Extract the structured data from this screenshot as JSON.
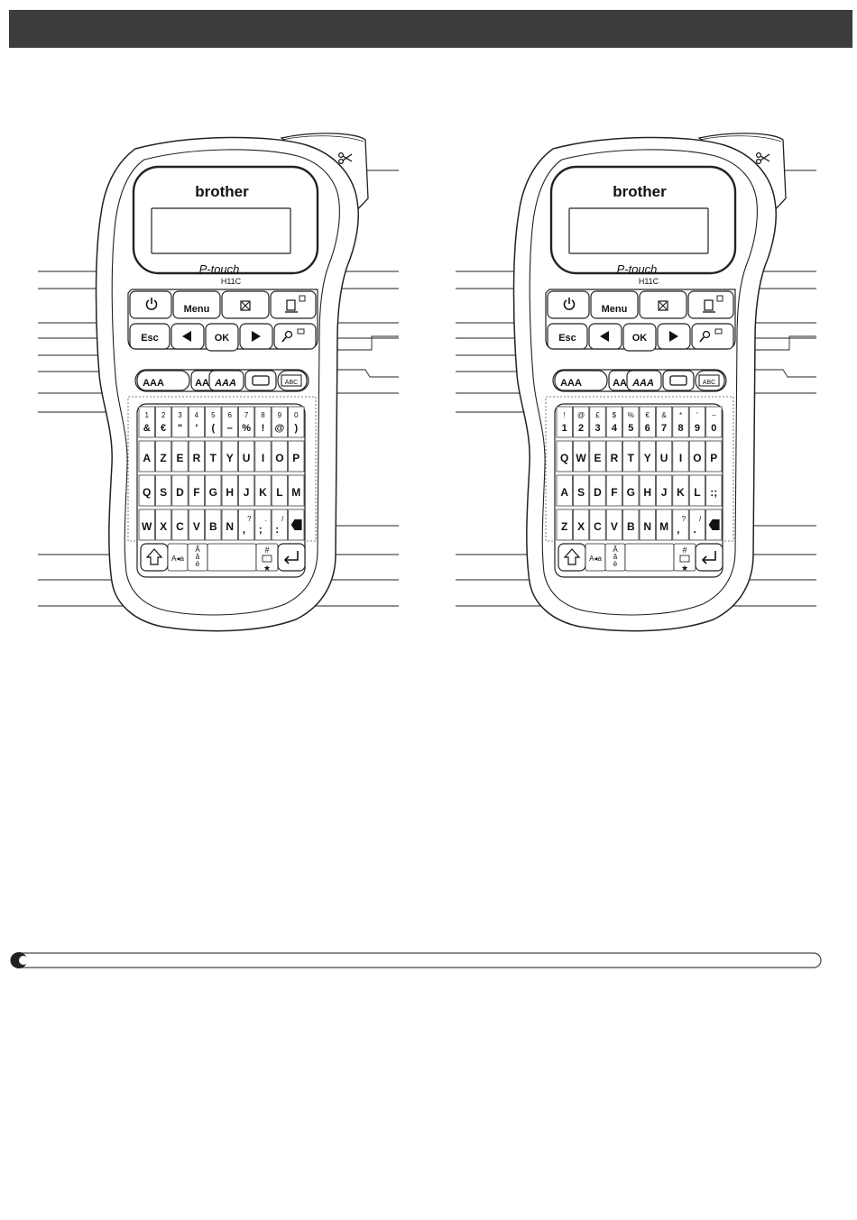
{
  "header": {
    "title": ""
  },
  "colors": {
    "header_bar": "#3c3c3c",
    "line": "#222222",
    "key_fill": "#ffffff"
  },
  "devices": [
    {
      "id": "left",
      "brand": "brother",
      "model_script": "P-touch",
      "model": "H11C",
      "icons": [
        "power-icon",
        "clear-icon",
        "print-icon",
        "preview-icon",
        "left-arrow-icon",
        "right-arrow-icon",
        "cut-lever-icon",
        "shift-icon",
        "enter-icon",
        "backspace-icon"
      ],
      "labels": {
        "menu": "Menu",
        "esc": "Esc",
        "ok": "OK",
        "fs1": "AAA",
        "fs2": "AAA",
        "fs3": "AAA",
        "case": "A◂a",
        "accent": "Ã â ë",
        "symbol_top": "#",
        "symbol_bottom": "★"
      },
      "number_row": [
        {
          "top": "1",
          "bottom": "&"
        },
        {
          "top": "2",
          "bottom": "€"
        },
        {
          "top": "3",
          "bottom": "\""
        },
        {
          "top": "4",
          "bottom": "'"
        },
        {
          "top": "5",
          "bottom": "("
        },
        {
          "top": "6",
          "bottom": "–"
        },
        {
          "top": "7",
          "bottom": "%"
        },
        {
          "top": "8",
          "bottom": "!"
        },
        {
          "top": "9",
          "bottom": "@"
        },
        {
          "top": "0",
          "bottom": ")"
        }
      ],
      "row2": [
        "A",
        "Z",
        "E",
        "R",
        "T",
        "Y",
        "U",
        "I",
        "O",
        "P"
      ],
      "row3": [
        "Q",
        "S",
        "D",
        "F",
        "G",
        "H",
        "J",
        "K",
        "L",
        "M"
      ],
      "row4": [
        "W",
        "X",
        "C",
        "V",
        "B",
        "N"
      ],
      "row4_punct": [
        {
          "top": "?",
          "bottom": ","
        },
        {
          "top": ".",
          "bottom": ";"
        },
        {
          "top": "/",
          "bottom": ":"
        }
      ]
    },
    {
      "id": "right",
      "brand": "brother",
      "model_script": "P-touch",
      "model": "H11C",
      "icons": [
        "power-icon",
        "clear-icon",
        "print-icon",
        "preview-icon",
        "left-arrow-icon",
        "right-arrow-icon",
        "cut-lever-icon",
        "shift-icon",
        "enter-icon",
        "backspace-icon"
      ],
      "labels": {
        "menu": "Menu",
        "esc": "Esc",
        "ok": "OK",
        "fs1": "AAA",
        "fs2": "AAA",
        "fs3": "AAA",
        "case": "A◂a",
        "accent": "Ã â ë",
        "symbol_top": "#",
        "symbol_bottom": "★"
      },
      "number_row": [
        {
          "top": "!",
          "bottom": "1"
        },
        {
          "top": "@",
          "bottom": "2"
        },
        {
          "top": "£",
          "bottom": "3"
        },
        {
          "top": "$",
          "bottom": "4"
        },
        {
          "top": "%",
          "bottom": "5"
        },
        {
          "top": "€",
          "bottom": "6"
        },
        {
          "top": "&",
          "bottom": "7"
        },
        {
          "top": "*",
          "bottom": "8"
        },
        {
          "top": "'",
          "bottom": "9"
        },
        {
          "top": "–",
          "bottom": "0"
        }
      ],
      "row2": [
        "Q",
        "W",
        "E",
        "R",
        "T",
        "Y",
        "U",
        "I",
        "O",
        "P"
      ],
      "row3": [
        "A",
        "S",
        "D",
        "F",
        "G",
        "H",
        "J",
        "K",
        "L",
        ":;"
      ],
      "row4": [
        "Z",
        "X",
        "C",
        "V",
        "B",
        "N",
        "M"
      ],
      "row4_punct": [
        {
          "top": "?",
          "bottom": ","
        },
        {
          "top": "/",
          "bottom": "."
        }
      ]
    }
  ]
}
